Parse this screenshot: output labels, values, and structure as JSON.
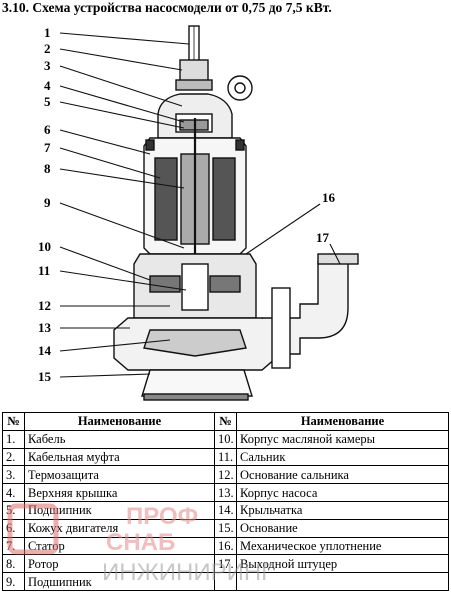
{
  "title": "3.10. Схема устройства насосмодели от 0,75 до 7,5 кВт.",
  "callouts": [
    "1",
    "2",
    "3",
    "4",
    "5",
    "6",
    "7",
    "8",
    "9",
    "10",
    "11",
    "12",
    "13",
    "14",
    "15",
    "16",
    "17"
  ],
  "table": {
    "headers": [
      "№",
      "Наименование",
      "№",
      "Наименование"
    ],
    "rows": [
      [
        "1.",
        "Кабель",
        "10.",
        "Корпус масляной камеры"
      ],
      [
        "2.",
        "Кабельная муфта",
        "11.",
        "Сальник"
      ],
      [
        "3.",
        "Термозащита",
        "12.",
        "Основание сальника"
      ],
      [
        "4.",
        "Верхняя крышка",
        "13.",
        "Корпус насоса"
      ],
      [
        "5.",
        "Подшипник",
        "14.",
        "Крыльчатка"
      ],
      [
        "6.",
        "Кожух двигателя",
        "15.",
        "Основание"
      ],
      [
        "7.",
        "Статор",
        "16.",
        "Механическое уплотнение"
      ],
      [
        "8.",
        "Ротор",
        "17.",
        "Выходной штуцер"
      ],
      [
        "9.",
        "Подшипник",
        "",
        ""
      ]
    ]
  },
  "watermark": {
    "line1": "ПРОФ",
    "line2": "СНАБ",
    "line3": "ИНЖИНИРИНГ",
    "color": "#f0b8b8"
  }
}
